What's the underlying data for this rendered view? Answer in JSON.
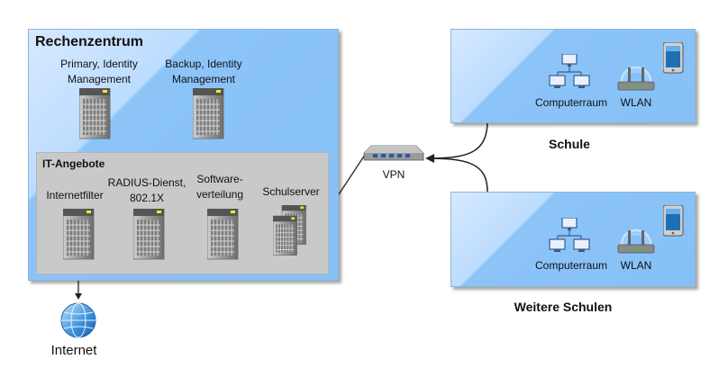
{
  "rechenzentrum": {
    "title": "Rechenzentrum",
    "primary_line1": "Primary, Identity",
    "primary_line2": "Management",
    "backup_line1": "Backup, Identity",
    "backup_line2": "Management"
  },
  "it_angebote": {
    "title": "IT-Angebote",
    "internetfilter": "Internetfilter",
    "radius_line1": "RADIUS-Dienst,",
    "radius_line2": "802.1X",
    "software_line1": "Software-",
    "software_line2": "verteilung",
    "schulserver": "Schulserver"
  },
  "vpn": {
    "label": "VPN"
  },
  "internet": {
    "label": "Internet"
  },
  "schule": {
    "title": "Schule",
    "computerraum": "Computerraum",
    "wlan": "WLAN"
  },
  "weitere": {
    "title": "Weitere Schulen",
    "computerraum": "Computerraum",
    "wlan": "WLAN"
  },
  "colors": {
    "panel_blue": "#86c0f6",
    "panel_light": "#d6e9ff",
    "it_gray": "#c9c9c9",
    "server_gray": "#8a8a8a"
  }
}
